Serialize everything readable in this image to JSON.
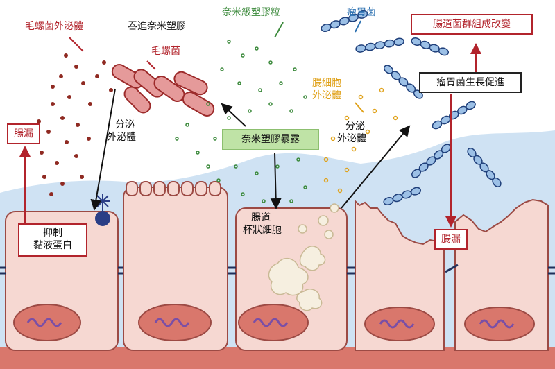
{
  "labels": {
    "spiral_secrete": "毛螺菌外泌體",
    "ingest_nano": "吞進奈米塑膠",
    "spiral_bacteria": "毛螺菌",
    "nano_particles": "奈米級塑膠粒",
    "rumen_bacteria": "瘤胃菌",
    "gut_flora_change": "腸道菌群組成改變",
    "leak_left": "腸漏",
    "leak_right": "腸漏",
    "split_left_1": "分泌",
    "split_left_2": "外泌體",
    "cell_exosome_1": "腸細胞",
    "cell_exosome_2": "外泌體",
    "split_right_1": "分泌",
    "split_right_2": "外泌體",
    "exposure": "奈米塑膠暴露",
    "growth": "瘤胃菌生長促進",
    "inhibit_1": "抑制",
    "inhibit_2": "黏液蛋白",
    "goblet_1": "腸道",
    "goblet_2": "杯狀細胞"
  },
  "colors": {
    "red": "#b2242c",
    "green": "#3c8a3c",
    "blue": "#2a6fb0",
    "orange": "#e0a21b",
    "cell_fill": "#f6d8d2",
    "cell_stroke": "#9c4a44",
    "mucus": "#cfe2f3"
  }
}
